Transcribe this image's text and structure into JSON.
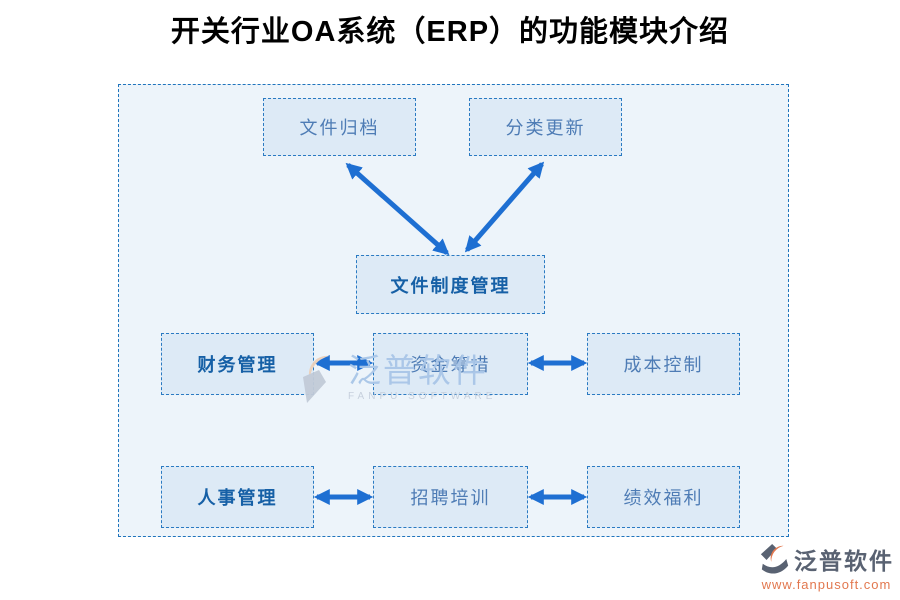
{
  "title": "开关行业OA系统（ERP）的功能模块介绍",
  "colors": {
    "arrow": "#1e6fd2",
    "border_blue": "#1f74bd",
    "box_fill": "#ddeaf6",
    "container_fill": "#edf4fa",
    "text_bold": "#1660a6",
    "text_regular": "#4e7cb5",
    "title_color": "#000000",
    "wm_text": "#a9c6e8",
    "wm_sub": "#c5cfdc",
    "logo_dark": "#596272",
    "logo_orange": "#e2784f"
  },
  "diagram": {
    "top_boxes": [
      {
        "label": "文件归档"
      },
      {
        "label": "分类更新"
      }
    ],
    "center_box": {
      "label": "文件制度管理"
    },
    "rows": [
      {
        "boxes": [
          {
            "label": "财务管理",
            "bold": true
          },
          {
            "label": "资金筹措",
            "bold": false
          },
          {
            "label": "成本控制",
            "bold": false
          }
        ]
      },
      {
        "boxes": [
          {
            "label": "人事管理",
            "bold": true
          },
          {
            "label": "招聘培训",
            "bold": false
          },
          {
            "label": "绩效福利",
            "bold": false
          }
        ]
      }
    ],
    "connections": [
      {
        "from": "文件制度管理",
        "to": "文件归档",
        "bidirectional": true
      },
      {
        "from": "文件制度管理",
        "to": "分类更新",
        "bidirectional": true
      },
      {
        "from": "财务管理",
        "to": "资金筹措",
        "bidirectional": true
      },
      {
        "from": "资金筹措",
        "to": "成本控制",
        "bidirectional": true
      },
      {
        "from": "人事管理",
        "to": "招聘培训",
        "bidirectional": true
      },
      {
        "from": "招聘培训",
        "to": "绩效福利",
        "bidirectional": true
      }
    ]
  },
  "watermark": {
    "name": "泛普软件",
    "subtitle": "FANPU SOFTWARE"
  },
  "footer_logo": {
    "name": "泛普软件",
    "url": "www.fanpusoft.com"
  }
}
